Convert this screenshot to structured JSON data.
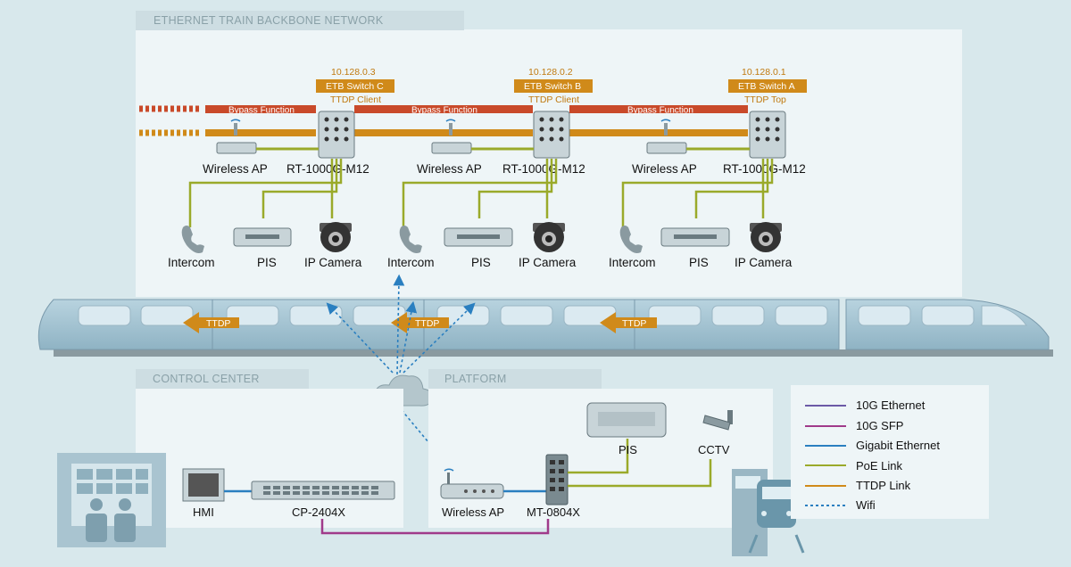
{
  "sections": {
    "backbone": "ETHERNET TRAIN BACKBONE NETWORK",
    "control_center": "CONTROL CENTER",
    "platform": "PLATFORM"
  },
  "cars": [
    {
      "ip": "10.128.0.3",
      "switch": "ETB Switch C",
      "role": "TTDP Client",
      "bypass": "Bypass Function",
      "ap": "Wireless AP",
      "model": "RT-1000G-M12",
      "intercom": "Intercom",
      "pis": "PIS",
      "camera": "IP Camera",
      "ttdp": "TTDP"
    },
    {
      "ip": "10.128.0.2",
      "switch": "ETB Switch B",
      "role": "TTDP Client",
      "bypass": "Bypass Function",
      "ap": "Wireless AP",
      "model": "RT-1000G-M12",
      "intercom": "Intercom",
      "pis": "PIS",
      "camera": "IP Camera",
      "ttdp": "TTDP"
    },
    {
      "ip": "10.128.0.1",
      "switch": "ETB Switch A",
      "role": "TTDP Top",
      "bypass": "Bypass Function",
      "ap": "Wireless AP",
      "model": "RT-1000G-M12",
      "intercom": "Intercom",
      "pis": "PIS",
      "camera": "IP Camera",
      "ttdp": "TTDP"
    }
  ],
  "control": {
    "hmi": "HMI",
    "switch": "CP-2404X"
  },
  "platform": {
    "ap": "Wireless AP",
    "switch": "MT-0804X",
    "pis": "PIS",
    "cctv": "CCTV"
  },
  "legend": [
    {
      "label": "10G Ethernet",
      "color": "#6b5aa6",
      "dashed": false
    },
    {
      "label": "10G SFP",
      "color": "#a03a8a",
      "dashed": false
    },
    {
      "label": "Gigabit Ethernet",
      "color": "#2a7fc0",
      "dashed": false
    },
    {
      "label": "PoE Link",
      "color": "#9aaa2a",
      "dashed": false
    },
    {
      "label": "TTDP Link",
      "color": "#d08a1a",
      "dashed": false
    },
    {
      "label": "Wifi",
      "color": "#2a7fc0",
      "dashed": true
    }
  ],
  "colors": {
    "ttdp": "#d08a1a",
    "bypass": "#c94a2a",
    "poe": "#9aaa2a",
    "wifi": "#2a7fc0",
    "gigabit": "#2a7fc0",
    "sfp": "#a03a8a"
  }
}
